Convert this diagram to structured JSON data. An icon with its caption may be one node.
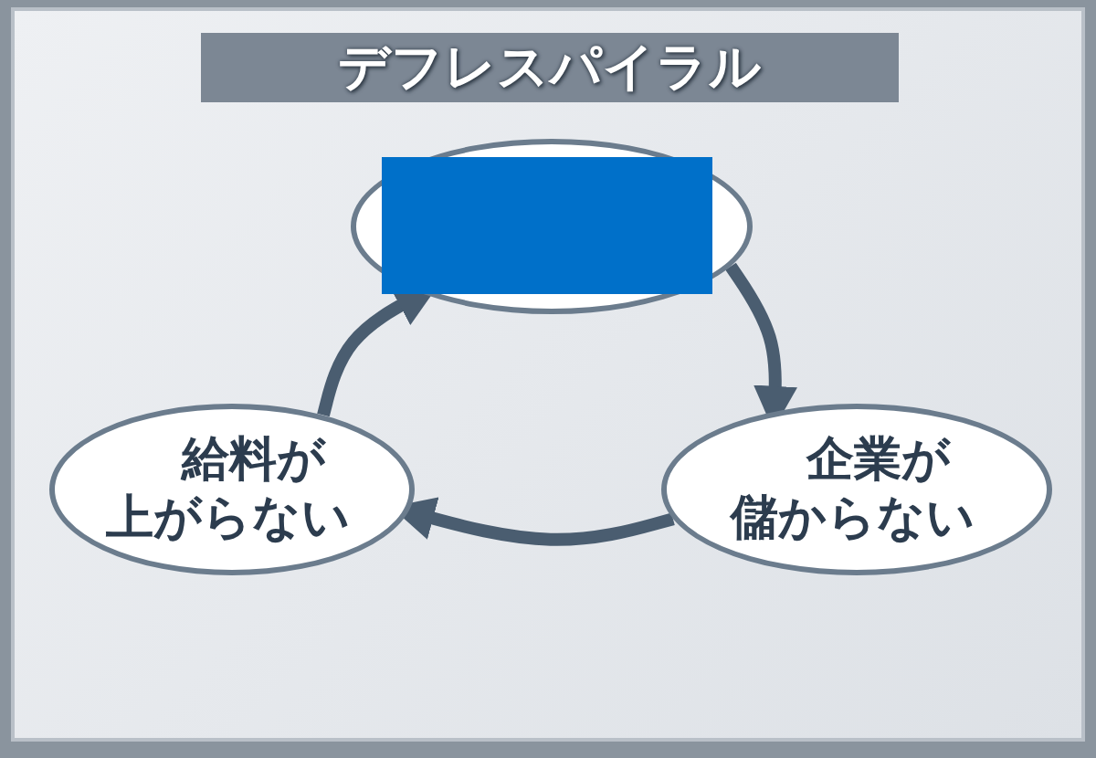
{
  "diagram": {
    "title": "デフレスパイラル",
    "nodes": [
      {
        "text": [],
        "shape": "ellipse"
      },
      {
        "text": [],
        "shape": "box",
        "in": 0
      },
      {
        "text": [
          "給料が上がらない"
        ]
      },
      {
        "text": [
          "企業が儲からない"
        ]
      }
    ],
    "edges": [
      {
        "from": 0,
        "to": 3,
        "arrow": "to"
      },
      {
        "from": 3,
        "to": 2,
        "arrow": "to"
      },
      {
        "from": 2,
        "to": 0,
        "arrow": "to"
      }
    ]
  }
}
